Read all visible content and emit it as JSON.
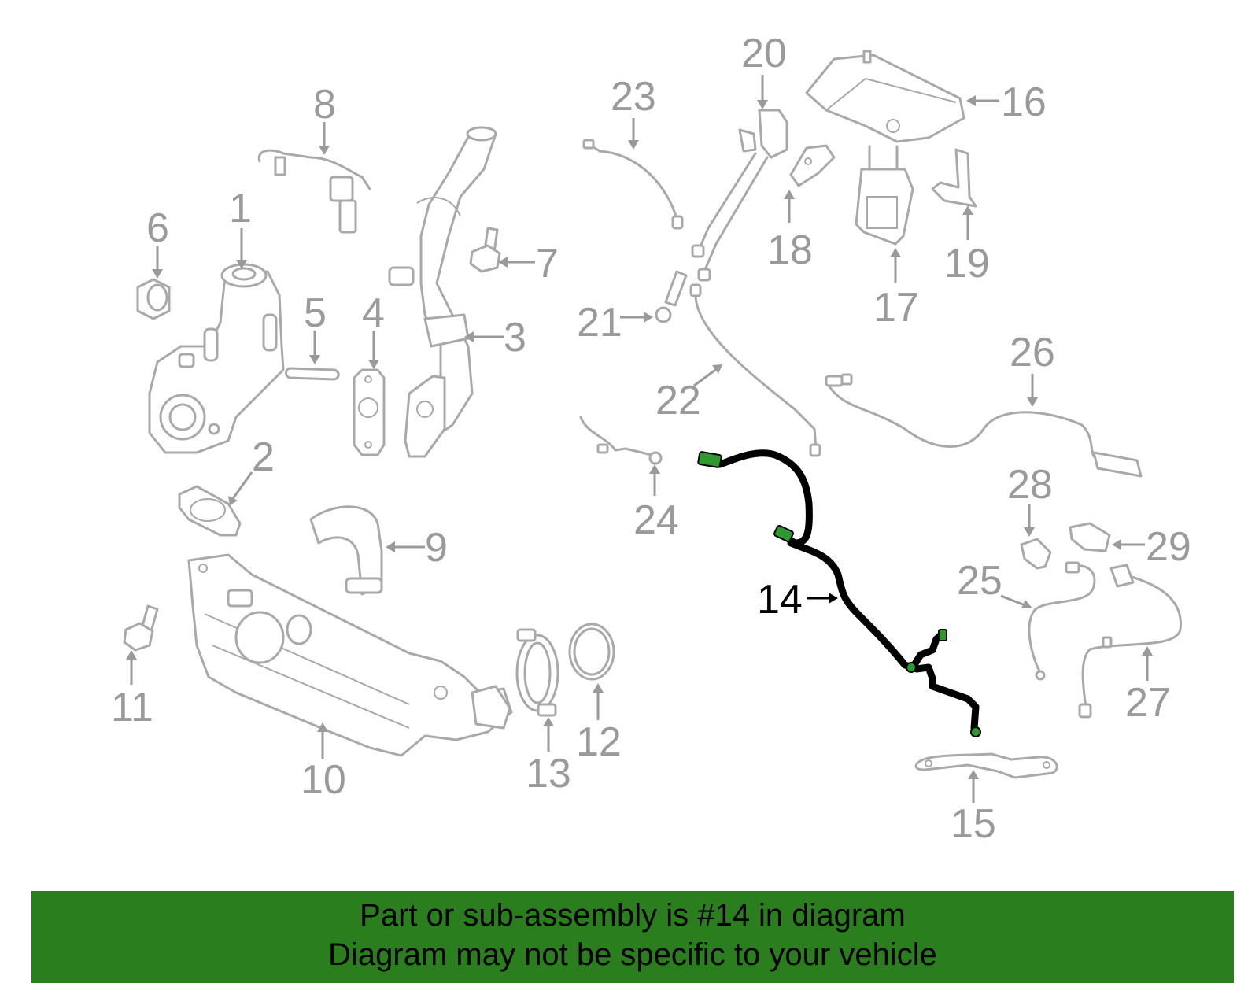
{
  "diagram": {
    "highlight_color": "#2e9a2e",
    "part_color": "#a9a9a9",
    "callouts": [
      {
        "id": "1",
        "label": "1"
      },
      {
        "id": "2",
        "label": "2"
      },
      {
        "id": "3",
        "label": "3"
      },
      {
        "id": "4",
        "label": "4"
      },
      {
        "id": "5",
        "label": "5"
      },
      {
        "id": "6",
        "label": "6"
      },
      {
        "id": "7",
        "label": "7"
      },
      {
        "id": "8",
        "label": "8"
      },
      {
        "id": "9",
        "label": "9"
      },
      {
        "id": "10",
        "label": "10"
      },
      {
        "id": "11",
        "label": "11"
      },
      {
        "id": "12",
        "label": "12"
      },
      {
        "id": "13",
        "label": "13"
      },
      {
        "id": "14",
        "label": "14",
        "highlighted": true
      },
      {
        "id": "15",
        "label": "15"
      },
      {
        "id": "16",
        "label": "16"
      },
      {
        "id": "17",
        "label": "17"
      },
      {
        "id": "18",
        "label": "18"
      },
      {
        "id": "19",
        "label": "19"
      },
      {
        "id": "20",
        "label": "20"
      },
      {
        "id": "21",
        "label": "21"
      },
      {
        "id": "22",
        "label": "22"
      },
      {
        "id": "23",
        "label": "23"
      },
      {
        "id": "24",
        "label": "24"
      },
      {
        "id": "25",
        "label": "25"
      },
      {
        "id": "26",
        "label": "26"
      },
      {
        "id": "27",
        "label": "27"
      },
      {
        "id": "28",
        "label": "28"
      },
      {
        "id": "29",
        "label": "29"
      }
    ]
  },
  "caption": {
    "background": "#2a7e1e",
    "line1": "Part or sub-assembly is #14 in diagram",
    "line2": "Diagram may not be specific to your vehicle"
  }
}
